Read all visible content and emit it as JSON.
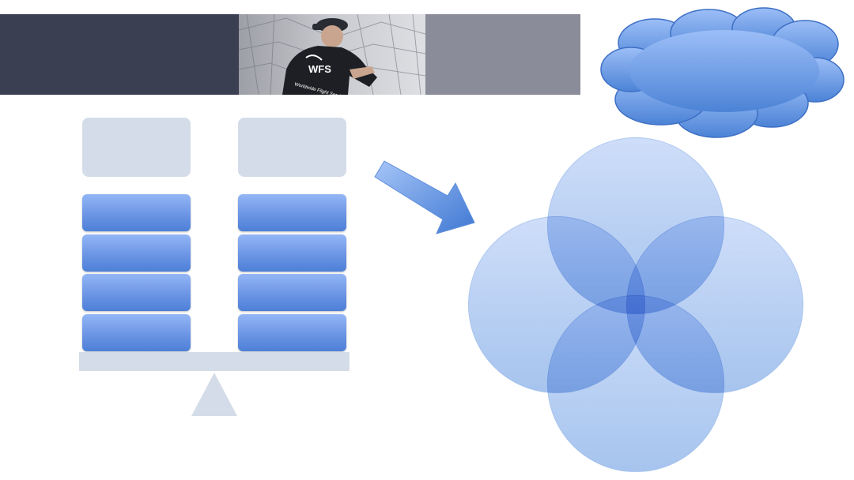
{
  "banner": {
    "logo_text": "WFS",
    "logo_tagline": "Worldwide Flight Services",
    "dark_color": "#3a3f52",
    "gray_color": "#8a8c99"
  },
  "scale": {
    "left_column": {
      "boxes": 4
    },
    "right_column": {
      "boxes": 4
    },
    "header_color": "#d5dce9",
    "box_gradient": [
      "#93b6f5",
      "#4d7fd7"
    ]
  },
  "arrow": {
    "direction": "down-right",
    "color": "#5b8fe0"
  },
  "cloud": {
    "color": "#6d9be6"
  },
  "venn": {
    "circles": 4,
    "color": "#a9c4ef"
  }
}
